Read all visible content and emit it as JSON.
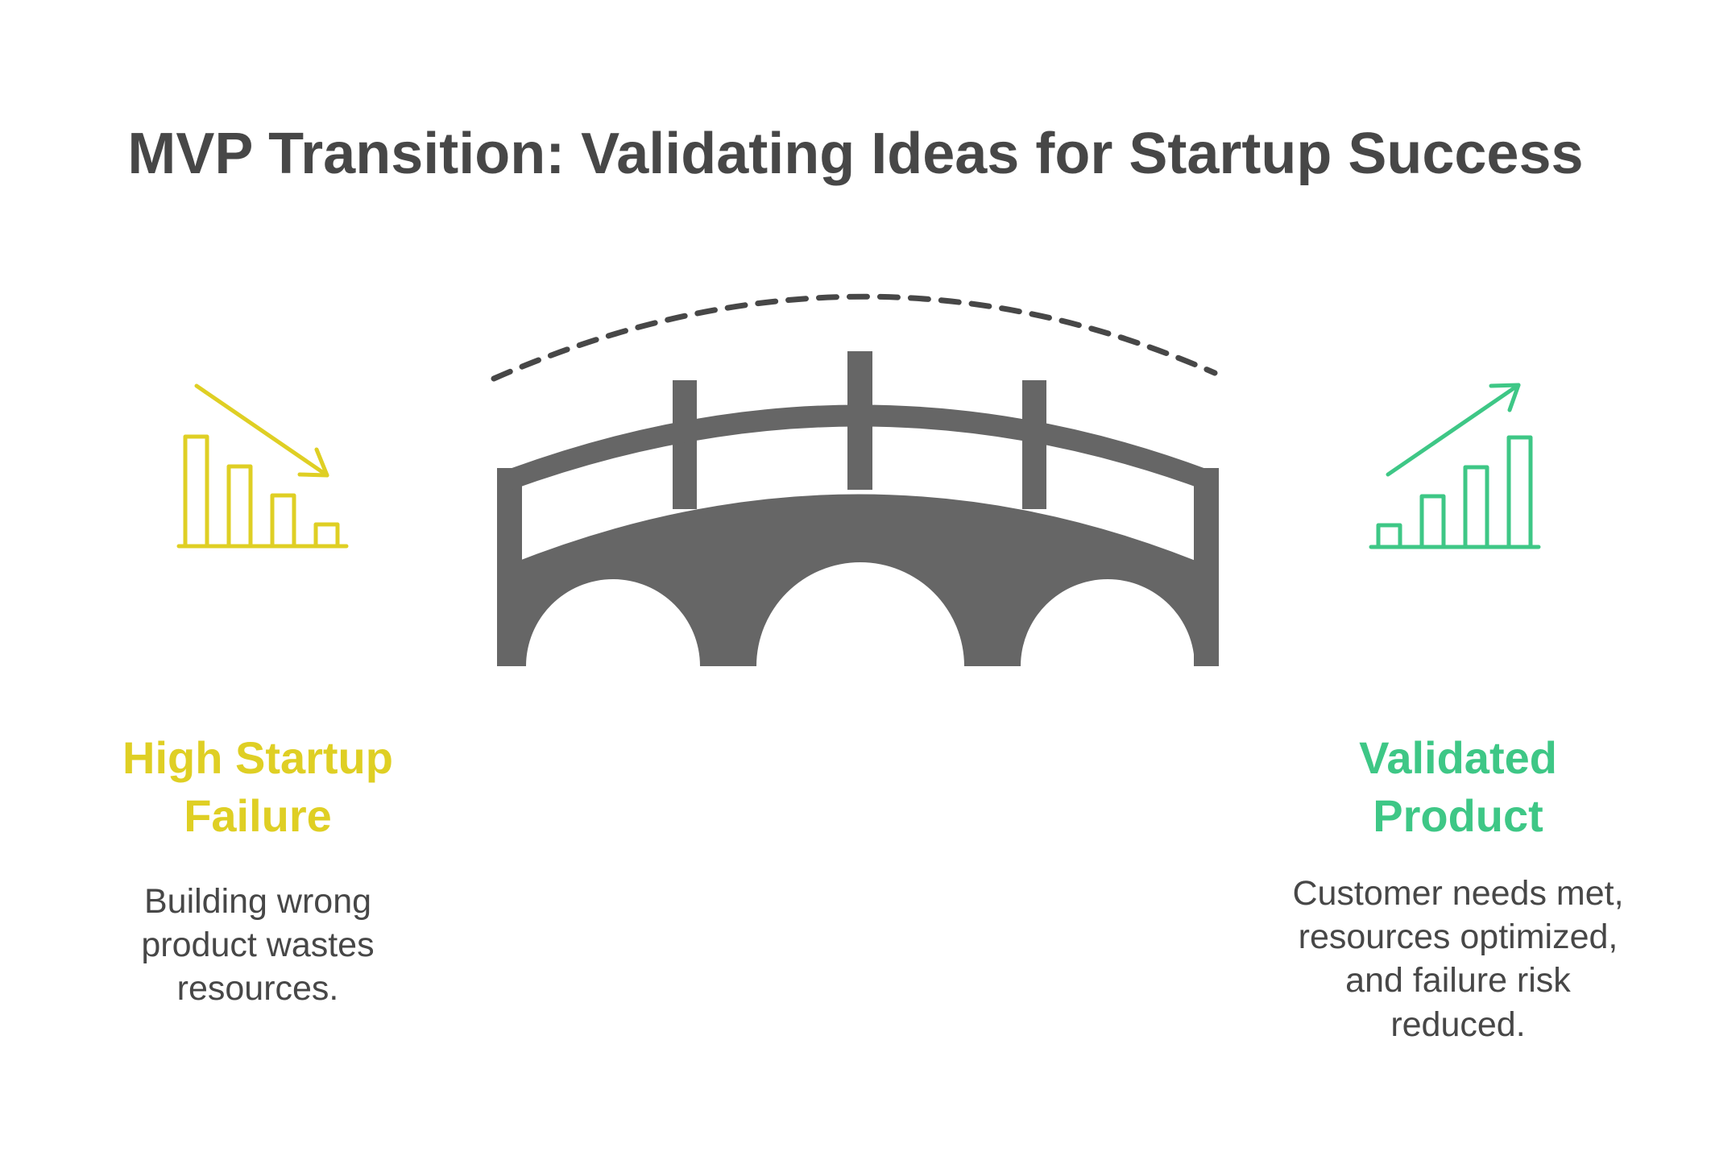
{
  "title": "MVP Transition: Validating Ideas for Startup Success",
  "left": {
    "heading_line1": "High Startup",
    "heading_line2": "Failure",
    "description": "Building wrong product wastes resources.",
    "color": "#dfcf24",
    "icon": "declining-bar-chart-icon"
  },
  "right": {
    "heading_line1": "Validated",
    "heading_line2": "Product",
    "description": "Customer needs met, resources optimized, and failure risk reduced.",
    "color": "#3ec786",
    "icon": "growing-bar-chart-icon"
  },
  "bridge": {
    "icon": "bridge-icon",
    "color": "#666666"
  },
  "connector": {
    "icon": "dashed-arc",
    "color": "#474747"
  }
}
